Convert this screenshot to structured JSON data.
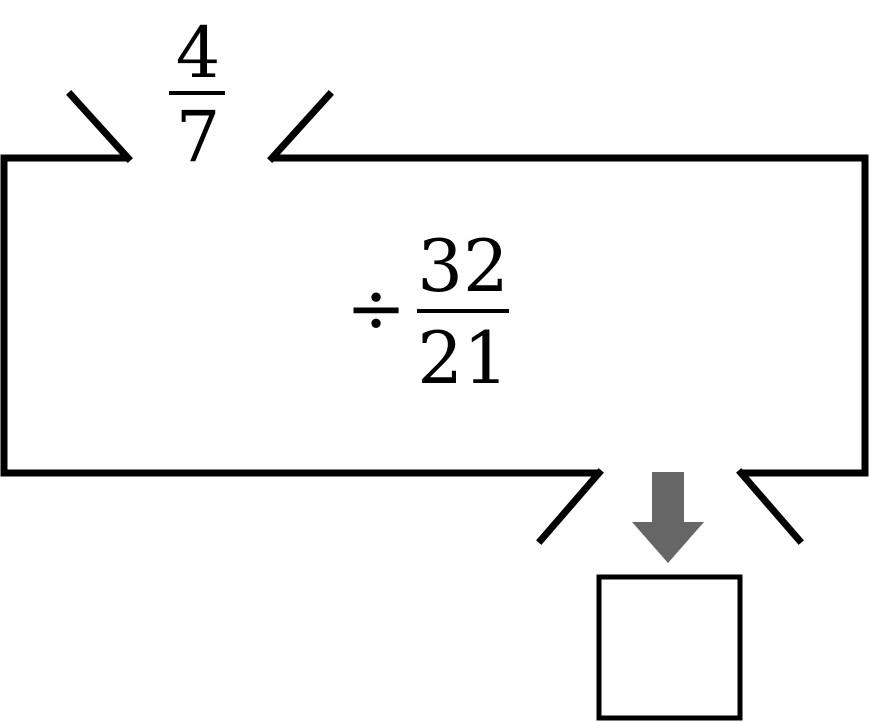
{
  "input": {
    "numerator": "4",
    "denominator": "7"
  },
  "operation": {
    "symbol": "÷",
    "numerator": "32",
    "denominator": "21"
  },
  "output": {
    "value": ""
  },
  "colors": {
    "stroke": "#000000",
    "arrow": "#666666",
    "background": "#ffffff"
  }
}
